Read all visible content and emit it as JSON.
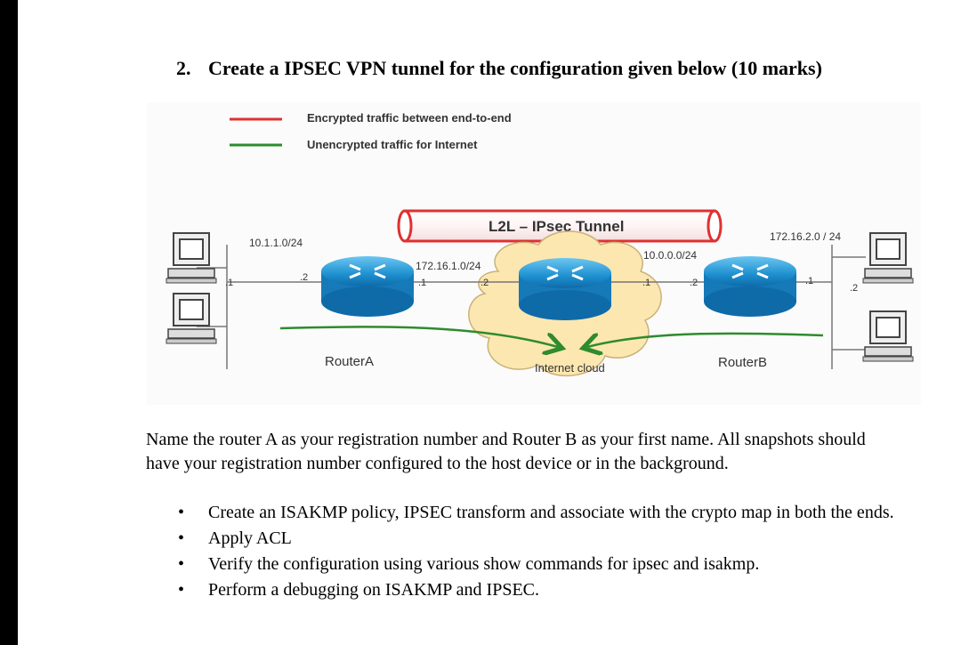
{
  "heading": {
    "number": "2.",
    "title": "Create a IPSEC VPN tunnel for the configuration given below (10 marks)"
  },
  "legend": {
    "encrypted": {
      "label": "Encrypted traffic between end-to-end",
      "color": "#e03030"
    },
    "unencrypted": {
      "label": "Unencrypted traffic for Internet",
      "color": "#2e8b2e"
    }
  },
  "diagram": {
    "tunnel_label": "L2L – IPsec Tunnel",
    "subnet_left": "10.1.1.0/24",
    "subnet_mid_left": "172.16.1.0/24",
    "subnet_mid_right": "10.0.0.0/24",
    "subnet_right": "172.16.2.0 / 24",
    "iface": {
      "left_pc": ".1",
      "routerA_lan": ".2",
      "routerA_wan": ".1",
      "cloud_left": ".2",
      "cloud_right": ".1",
      "routerB_wan": ".2",
      "routerB_lan": ".1",
      "right_pc": ".2"
    },
    "routerA": "RouterA",
    "routerB": "RouterB",
    "cloud": "Internet cloud",
    "colors": {
      "router": "#2a9ed8",
      "cloud": "#fde7b0",
      "tunnel": "#e03030",
      "traffic": "#2e8b2e"
    }
  },
  "body": {
    "paragraph": "Name the router A as your registration number and Router B as your first name. All snapshots should have your registration number configured to the host device or in the background.",
    "bullets": [
      "Create an ISAKMP policy, IPSEC transform and associate with the crypto map in both the ends.",
      "Apply ACL",
      "Verify the configuration using various show commands for ipsec and isakmp.",
      "Perform a debugging on ISAKMP and IPSEC."
    ],
    "bullet_char": "•"
  }
}
